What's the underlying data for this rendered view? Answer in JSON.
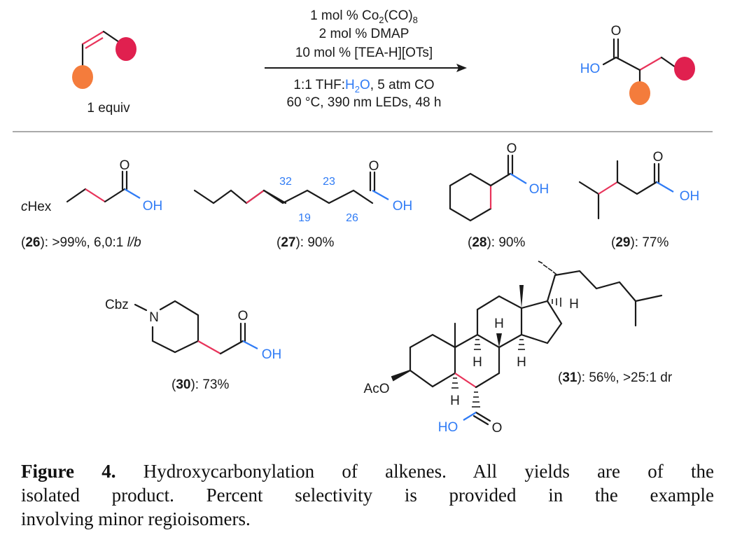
{
  "scheme": {
    "substrate_label": "1 equiv",
    "conditions": {
      "line1_a": "1 mol % Co",
      "line1_sub1": "2",
      "line1_b": "(CO)",
      "line1_sub2": "8",
      "line2": "2 mol % DMAP",
      "line3": "10 mol % [TEA-H][OTs]",
      "line4_a": "1:1 THF:",
      "line4_h": "H",
      "line4_sub": "2",
      "line4_o": "O",
      "line4_b": ", 5 atm CO",
      "line5": "60 °C, 390 nm LEDs, 48 h"
    },
    "product": {
      "o": "O",
      "ho": "HO"
    }
  },
  "colors": {
    "pink_bond": "#e8335a",
    "red_group": "#e0204f",
    "orange_group": "#f47c3c",
    "blue": "#2f7bf5"
  },
  "compounds": [
    {
      "id": "26",
      "open": "(",
      "close": "): >99%, 6,0:1 ",
      "italic": "l/b",
      "atoms": {
        "chex_c": "c",
        "chex_rest": "Hex",
        "o": "O",
        "oh": "OH"
      }
    },
    {
      "id": "27",
      "open": "(",
      "close": "): 90%",
      "atoms": {
        "o": "O",
        "oh": "OH"
      },
      "selectivity": [
        "32",
        "23",
        "19",
        "26"
      ]
    },
    {
      "id": "28",
      "open": "(",
      "close": "): 90%",
      "atoms": {
        "o": "O",
        "oh": "OH"
      }
    },
    {
      "id": "29",
      "open": "(",
      "close": "): 77%",
      "atoms": {
        "o": "O",
        "oh": "OH"
      }
    },
    {
      "id": "30",
      "open": "(",
      "close": "): 73%",
      "atoms": {
        "cbz": "Cbz",
        "n": "N",
        "o": "O",
        "oh": "OH"
      }
    },
    {
      "id": "31",
      "open": "(",
      "close": "): 56%, >25:1 dr",
      "atoms": {
        "aco": "AcO",
        "h": "H",
        "o": "O",
        "ho": "HO"
      }
    }
  ],
  "caption": {
    "label": "Figure 4.",
    "line1": " Hydroxycarbonylation of alkenes. All yields are of the",
    "line2": "isolated product. Percent selectivity is provided in the example",
    "line3": "involving minor regioisomers."
  }
}
